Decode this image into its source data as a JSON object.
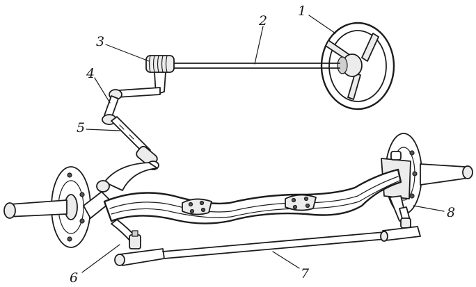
{
  "labels": {
    "part_1": "1",
    "part_2": "2",
    "part_3": "3",
    "part_4": "4",
    "part_5": "5",
    "part_6": "6",
    "part_7": "7",
    "part_8": "8"
  }
}
